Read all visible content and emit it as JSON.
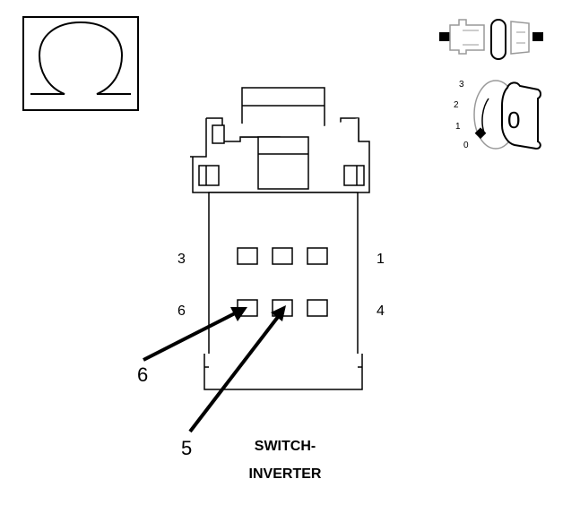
{
  "meter_symbol": "Ω",
  "key": {
    "positions": [
      "3",
      "2",
      "1",
      "0"
    ],
    "current_position": "0"
  },
  "connector": {
    "pin_labels": {
      "top_left": "3",
      "top_right": "1",
      "bottom_left": "6",
      "bottom_right": "4"
    }
  },
  "callouts": [
    {
      "label": "6"
    },
    {
      "label": "5"
    }
  ],
  "caption": {
    "line1": "SWITCH-",
    "line2": "INVERTER"
  }
}
